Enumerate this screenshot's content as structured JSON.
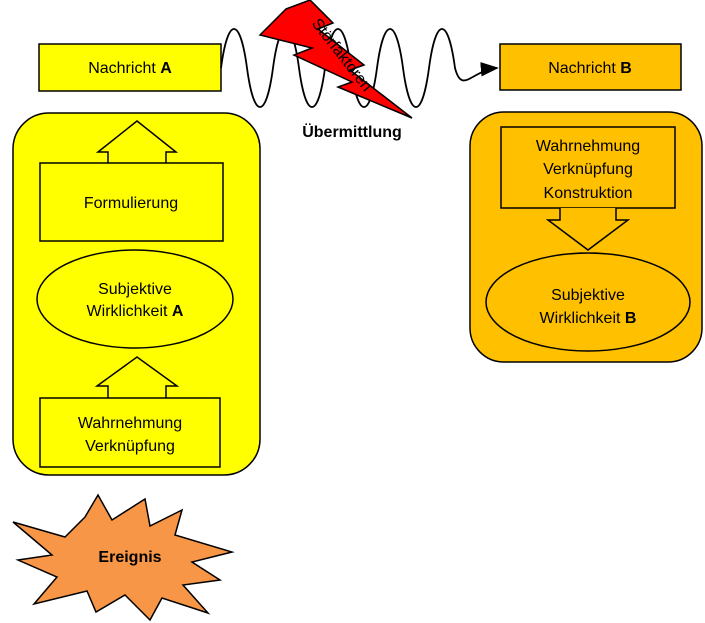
{
  "sender": {
    "message": {
      "prefix": "Nachricht ",
      "letter": "A"
    },
    "formulation": "Formulierung",
    "reality": {
      "line1": "Subjektive",
      "line2_prefix": "Wirklichkeit ",
      "letter": "A"
    },
    "perception": {
      "line1": "Wahrnehmung",
      "line2": "Verknüpfung"
    },
    "event": "Ereignis"
  },
  "channel": {
    "label": "Übermittlung",
    "noise": "Störfaktoren"
  },
  "receiver": {
    "message": {
      "prefix": "Nachricht ",
      "letter": "B"
    },
    "processing": {
      "line1": "Wahrnehmung",
      "line2": "Verknüpfung",
      "line3": "Konstruktion"
    },
    "reality": {
      "line1": "Subjektive",
      "line2_prefix": "Wirklichkeit ",
      "letter": "B"
    }
  },
  "colors": {
    "sender_fill": "#ffff00",
    "receiver_fill": "#ffc000",
    "event_fill": "#f79646",
    "noise_fill": "#ff0000",
    "stroke": "#000000"
  }
}
